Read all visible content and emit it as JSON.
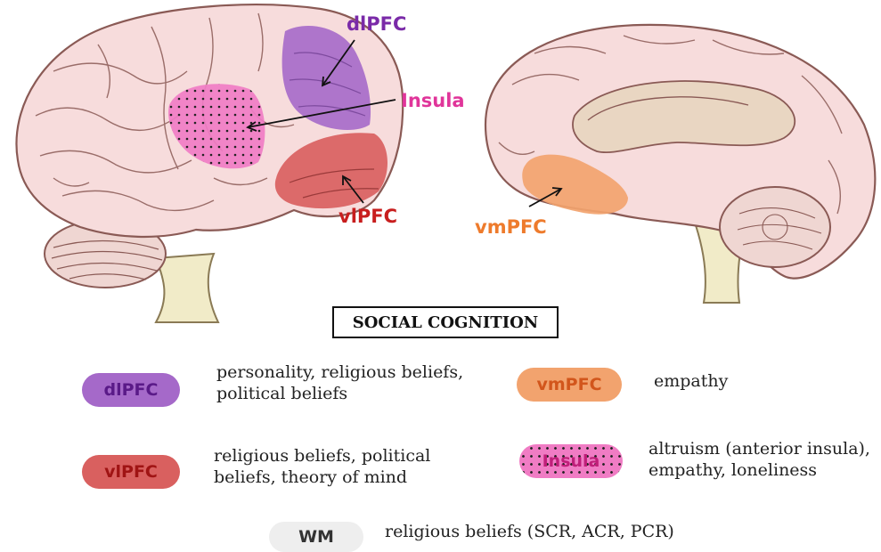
{
  "diagram": {
    "title": "SOCIAL COGNITION",
    "callouts": {
      "dlpfc": "dlPFC",
      "insula": "Insula",
      "vlpfc": "vlPFC",
      "vmpfc": "vmPFC"
    },
    "legend": [
      {
        "label": "dlPFC",
        "description": [
          "personality, religious beliefs,",
          "political beliefs"
        ]
      },
      {
        "label": "vmPFC",
        "description": [
          "empathy"
        ]
      },
      {
        "label": "vlPFC",
        "description": [
          "religious beliefs, political",
          "beliefs, theory of mind"
        ]
      },
      {
        "label": "Insula",
        "description": [
          "altruism (anterior insula),",
          "empathy, loneliness"
        ]
      },
      {
        "label": "WM",
        "description": [
          "religious beliefs (SCR, ACR, PCR)"
        ]
      }
    ]
  },
  "colors": {
    "dlpfc": "#a569c9",
    "dlpfc_text": "#7a2aa8",
    "insula": "#f07cc4",
    "insula_text": "#e0359a",
    "vlpfc": "#d9605f",
    "vlpfc_text": "#c81e1e",
    "vmpfc": "#f2a36e",
    "vmpfc_text": "#ee7b2c",
    "wm": "#eeeeee",
    "brain": "#f7dcdc",
    "brain_outline": "#8a5a55"
  }
}
